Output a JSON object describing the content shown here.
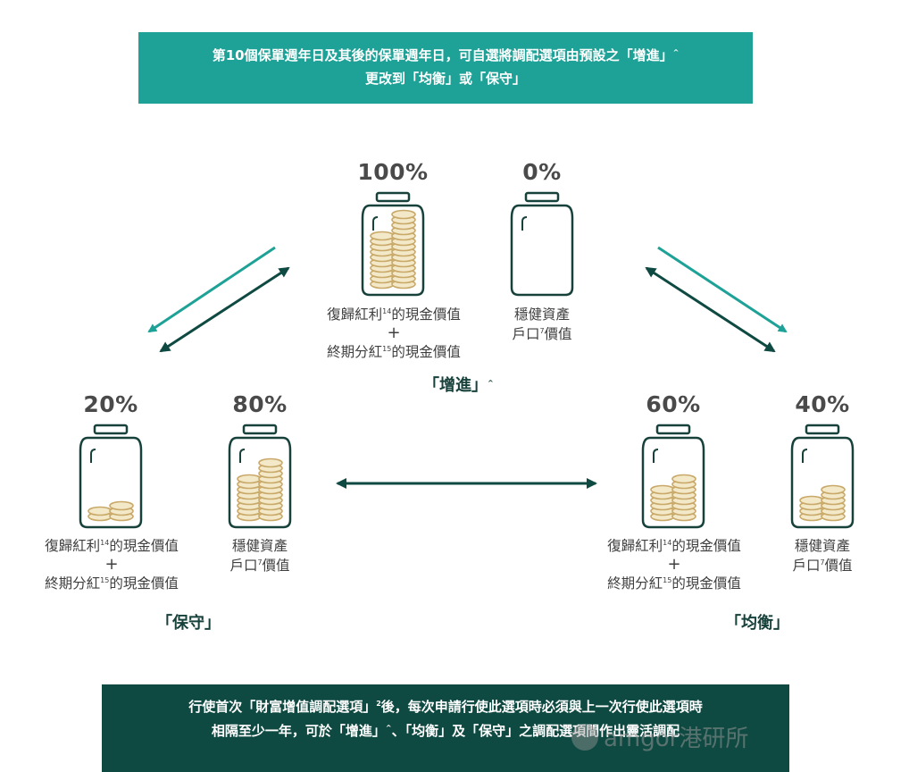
{
  "top_banner": {
    "line1": "第10個保單週年日及其後的保單週年日，可自選將調配選項由預設之「增進」",
    "line1_sup": "^",
    "line2": "更改到「均衡」或「保守」"
  },
  "options": {
    "growth": {
      "name": "「增進」",
      "name_sup": "^",
      "jar1": {
        "percent": "100%",
        "coin_fill": 1.0
      },
      "jar2": {
        "percent": "0%",
        "coin_fill": 0.0
      }
    },
    "conservative": {
      "name": "「保守」",
      "jar1": {
        "percent": "20%",
        "coin_fill": 0.2
      },
      "jar2": {
        "percent": "80%",
        "coin_fill": 0.8
      }
    },
    "balanced": {
      "name": "「均衡」",
      "jar1": {
        "percent": "60%",
        "coin_fill": 0.6
      },
      "jar2": {
        "percent": "40%",
        "coin_fill": 0.4
      }
    }
  },
  "labels": {
    "dividend_part1": "復歸紅利",
    "dividend_sup": "14",
    "dividend_part2": "的現金價值",
    "plus": "+",
    "terminal_part1": "終期分紅",
    "terminal_sup": "15",
    "terminal_part2": "的現金價值",
    "stable_line1": "穩健資產",
    "stable_line2a": "戶口",
    "stable_sup": "7",
    "stable_line2b": "價值"
  },
  "bottom_banner": {
    "line1a": "行使首次「財富增值調配選項」",
    "line1_sup": "2",
    "line1b": "後，每次申請行使此選項時必須與上一次行使此選項時",
    "line2a": "相隔至少一年，可於「增進」",
    "line2_sup": "^",
    "line2b": "、「均衡」及「保守」之調配選項間作出靈活調配"
  },
  "watermark": "amgor港研所",
  "colors": {
    "teal": "#1ea196",
    "dark_green": "#0f4a42",
    "jar_outline": "#17413b",
    "coin_fill": "#f3e9c8",
    "coin_stroke": "#c9a969"
  }
}
